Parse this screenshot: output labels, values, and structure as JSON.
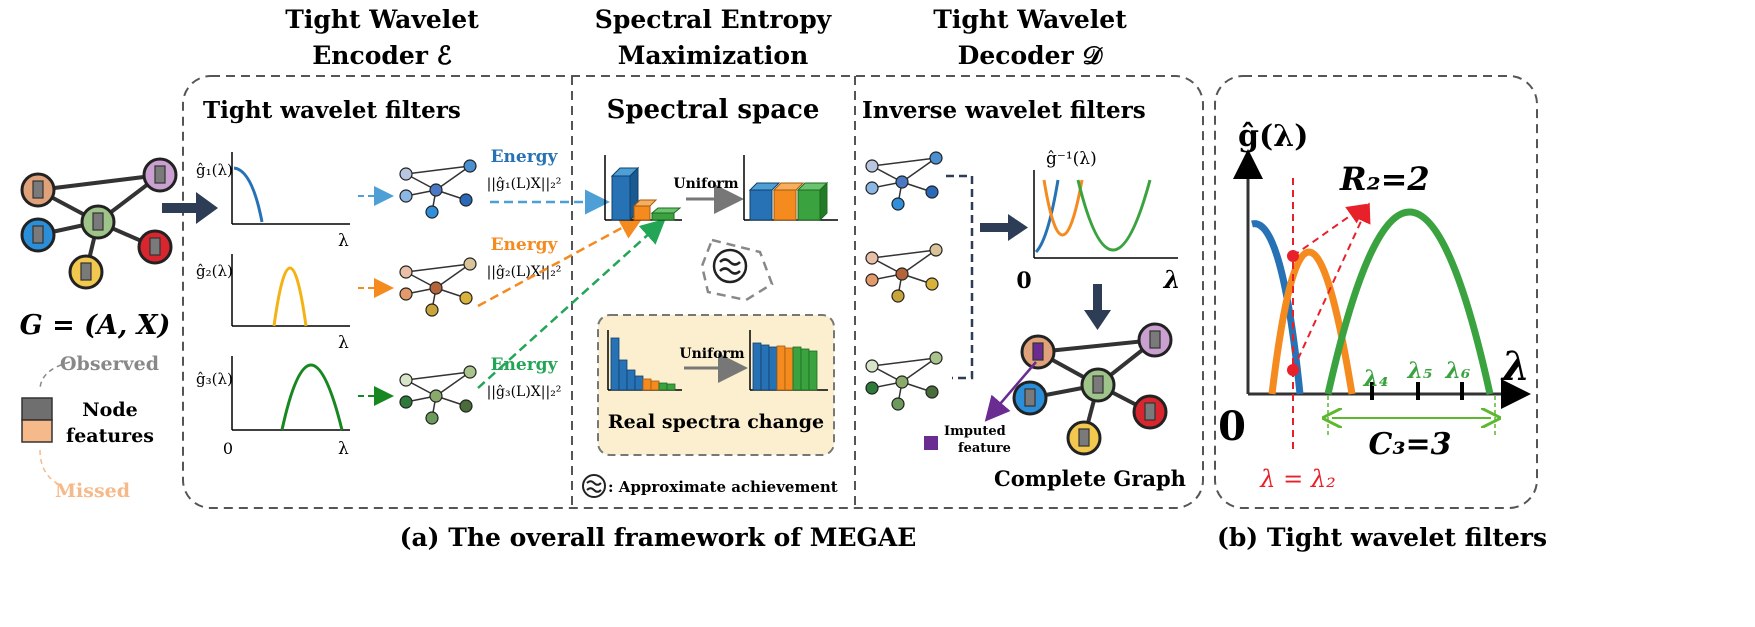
{
  "headers": {
    "encoder": [
      "Tight Wavelet",
      "Encoder ℰ"
    ],
    "entropy": [
      "Spectral Entropy",
      "Maximization"
    ],
    "decoder": [
      "Tight Wavelet",
      "Decoder 𝒟"
    ]
  },
  "panels": {
    "filters": "Tight wavelet filters",
    "spectral": "Spectral space",
    "inverse": "Inverse wavelet filters"
  },
  "input": {
    "graph_label": "G = (A, X)",
    "observed": "Observed",
    "node_features": [
      "Node",
      "features"
    ],
    "missed": "Missed"
  },
  "filters": {
    "g1": "ĝ₁(λ)",
    "g2": "ĝ₂(λ)",
    "g3": "ĝ₃(λ)",
    "lambda": "λ",
    "zero": "0"
  },
  "energy": {
    "label": "Energy",
    "e1": "||ĝ₁(L)X||₂²",
    "e2": "||ĝ₂(L)X||₂²",
    "e3": "||ĝ₃(L)X||₂²"
  },
  "spectral": {
    "uniform": "Uniform",
    "real_change": "Real spectra change",
    "approx": ": Approximate achievement"
  },
  "decoder": {
    "ginv": "ĝ⁻¹(λ)",
    "lambda": "λ",
    "zero": "0",
    "imputed": [
      "Imputed",
      "feature"
    ],
    "complete": "Complete Graph"
  },
  "right": {
    "g_label": "ĝ(λ)",
    "r2": "R₂=2",
    "lambda": "λ",
    "zero": "0",
    "l4": "λ₄",
    "l5": "λ₅",
    "l6": "λ₆",
    "c3": "C₃=3",
    "lambda_eq": "λ = λ₂"
  },
  "captions": {
    "a": "(a) The overall framework of MEGAE",
    "b": "(b) Tight wavelet filters"
  },
  "colors": {
    "blue": "#2672b4",
    "orange": "#f58a1f",
    "yellow": "#f4b315",
    "green": "#3aa33f",
    "dark_green": "#17871f",
    "red": "#e8202a",
    "purple": "#6a2c91",
    "light_blue": "#4d9fd6",
    "peach": "#f6b98a",
    "box_bg": "#fcefcf"
  }
}
